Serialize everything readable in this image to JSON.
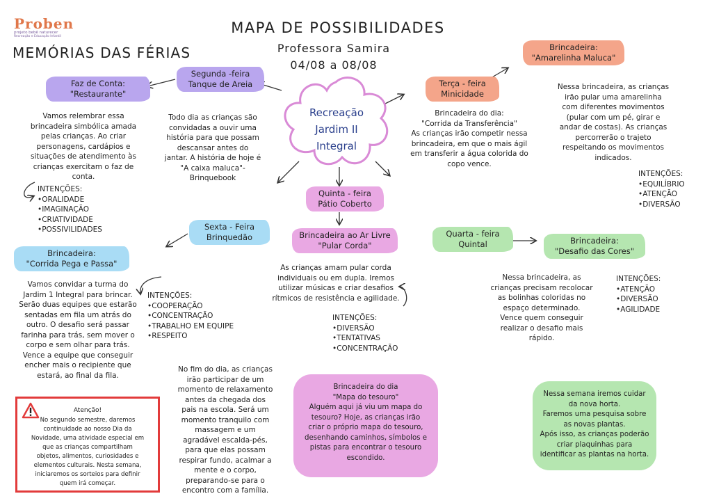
{
  "logo": {
    "brand": "Proben",
    "tagline": "projeto bebê naturecer",
    "subtagline": "Recreação e Educação Infantil"
  },
  "header": {
    "title": "MAPA DE POSSIBILIDADES",
    "subtitle": "MEMÓRIAS DAS FÉRIAS",
    "teacher": "Professora  Samira",
    "dates": "04/08 a 08/08"
  },
  "center": {
    "line1": "Recreação",
    "line2": "Jardim II",
    "line3": "Integral"
  },
  "monday": {
    "tag1": "Segunda -feira",
    "tag2": "Tanque de Areia",
    "text": [
      "Todo dia as crianças são",
      "convidadas a ouvir uma",
      "história para que possam",
      "descansar antes do",
      "jantar. A história de hoje é",
      "\"A caixa maluca\"-",
      "Brinquebook"
    ]
  },
  "faz_conta": {
    "tag1": "Faz de Conta:",
    "tag2": "\"Restaurante\"",
    "text": [
      "Vamos relembrar essa",
      "brincadeira simbólica amada",
      "pelas crianças. Ao criar",
      "personagens, cardápios e",
      "situações de atendimento às",
      "crianças exercitam o faz de",
      "conta."
    ],
    "intentions_title": "INTENÇÕES:",
    "intentions": [
      "•ORALIDADE",
      "•IMAGINAÇÃO",
      "•CRIATIVIDADE",
      "•POSSIVILIDADES"
    ]
  },
  "tuesday": {
    "tag1": "Terça - feira",
    "tag2": "Minicidade",
    "text": [
      "Brincadeira do dia:",
      "\"Corrida da Transferência\"",
      "As crianças irão competir nessa",
      "brincadeira, em que o mais ágil",
      "em transferir a água colorida do",
      "copo vence."
    ]
  },
  "amarelinha": {
    "tag1": "Brincadeira:",
    "tag2": "\"Amarelinha Maluca\"",
    "text": [
      "Nessa brincadeira, as crianças",
      "irão pular uma amarelinha",
      "com diferentes movimentos",
      "(pular com um pé, girar e",
      "andar de costas). As crianças",
      "percorrerão o trajeto",
      "respeitando os movimentos",
      "indicados."
    ],
    "intentions_title": "INTENÇÕES:",
    "intentions": [
      "•EQUILÍBRIO",
      "•ATENÇÃO",
      "•DIVERSÃO"
    ]
  },
  "thursday": {
    "tag1": "Quinta - feira",
    "tag2": "Pátio Coberto"
  },
  "ar_livre": {
    "tag1": "Brincadeira ao Ar Livre",
    "tag2": "\"Pular Corda\"",
    "text": [
      "As crianças amam pular corda",
      "individuais ou em dupla. Iremos",
      "utilizar músicas e criar desafios",
      "rítmicos de resistência e agilidade."
    ],
    "intentions_title": "INTENÇÕES:",
    "intentions": [
      "•DIVERSÃO",
      "•TENTATIVAS",
      "•CONCENTRAÇÃO"
    ]
  },
  "friday": {
    "tag1": "Sexta - Feira",
    "tag2": "Brinquedão"
  },
  "pega_passa": {
    "tag1": "Brincadeira:",
    "tag2": "\"Corrida Pega e Passa\"",
    "text": [
      "Vamos convidar a turma do",
      "Jardim 1 Integral para brincar.",
      "Serão duas equipes que estarão",
      "sentadas em fila um atrás do",
      "outro. O desafio será passar",
      "farinha para trás, sem mover o",
      "corpo e sem olhar para trás.",
      "Vence a equipe que conseguir",
      "encher mais o recipiente que",
      "estará, ao final da fila."
    ],
    "intentions_title": "INTENÇÕES:",
    "intentions": [
      "•COOPERAÇÃO",
      "•CONCENTRAÇÃO",
      "•TRABALHO EM EQUIPE",
      "•RESPEITO"
    ]
  },
  "wednesday": {
    "tag1": "Quarta - feira",
    "tag2": "Quintal"
  },
  "cores": {
    "tag1": "Brincadeira:",
    "tag2": "\"Desafio das Cores\"",
    "text": [
      "Nessa brincadeira, as",
      "crianças precisam recolocar",
      "as bolinhas coloridas no",
      "espaço determinado.",
      "Vence quem conseguir",
      "realizar o desafio mais",
      "rápido."
    ],
    "intentions_title": "INTENÇÕES:",
    "intentions": [
      "•ATENÇÃO",
      "•DIVERSÃO",
      "•AGILIDADE"
    ]
  },
  "fim_dia": {
    "text": [
      "No fim do dia, as crianças",
      "irão participar de um",
      "momento de relaxamento",
      "antes da chegada dos",
      "pais na escola. Será um",
      "momento tranquilo com",
      "massagem e um",
      "agradável escalda-pés,",
      "para que elas possam",
      "respirar fundo, acalmar a",
      "mente e o corpo,",
      "preparando-se para o",
      "encontro com a família."
    ]
  },
  "atencao": {
    "title": "Atenção!",
    "text": [
      "No segundo semestre, daremos",
      "continuidade ao nosso Dia da",
      "Novidade, uma atividade especial em",
      "que as crianças compartilham",
      "objetos, alimentos, curiosidades e",
      "elementos culturais. Nesta semana,",
      "iniciaremos os sorteios para definir",
      "quem irá começar."
    ]
  },
  "tesouro": {
    "text": [
      "Brincadeira do dia",
      "\"Mapa do tesouro\"",
      "Alguém aqui já viu um mapa do",
      "tesouro? Hoje, as crianças irão",
      "criar o próprio mapa do tesouro,",
      "desenhando caminhos, símbolos e",
      "pistas para encontrar o tesouro",
      "escondido."
    ]
  },
  "horta": {
    "text": [
      "Nessa semana iremos cuidar",
      "da nova horta.",
      "Faremos uma pesquisa sobre",
      "as novas plantas.",
      "Após isso, as crianças poderão",
      "criar plaquinhas para",
      "identificar as plantas na horta."
    ]
  },
  "colors": {
    "lavender": "#b9a6ee",
    "salmon": "#f4a58a",
    "pink": "#e9a8e3",
    "blue": "#a9dcf5",
    "green": "#b5e6b0",
    "alert_red": "#e23b3b",
    "flower_stroke": "#d98ad6",
    "center_text": "#2a3f8c"
  }
}
